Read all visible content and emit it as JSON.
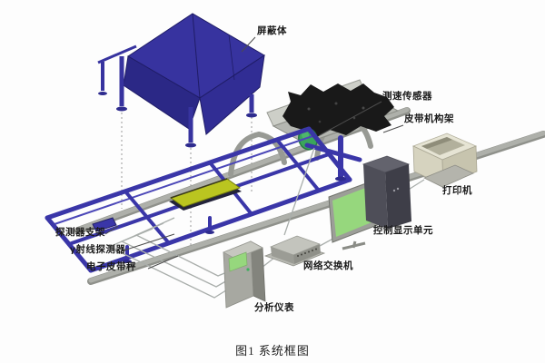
{
  "figure": {
    "caption": "图1 系统框图"
  },
  "labels": {
    "shield": "屏蔽体",
    "speed_sensor": "测速传感器",
    "belt_frame": "皮带机构架",
    "printer": "打印机",
    "control_display_unit": "控制显示单元",
    "network_switch": "网络交换机",
    "analyzer": "分析仪表",
    "detector_bracket": "探测器支架",
    "gamma_ray_detector": "γ射线探测器",
    "electronic_belt_scale": "电子皮带秤"
  },
  "colors": {
    "shield_blue": "#37339f",
    "frame_blue": "#3a36a8",
    "rail_gray": "#a8aaa4",
    "coal_black": "#191919",
    "sensor_green": "#3ba55b",
    "detector_yellow": "#bac520",
    "screen_green": "#96d77d",
    "analyzer_gray": "#a7a8a1",
    "printer_beige": "#d6d3bf",
    "tower_dark": "#4e4e58",
    "cable_gray": "#a9aeab",
    "leader_gray": "#4c4c4c"
  }
}
